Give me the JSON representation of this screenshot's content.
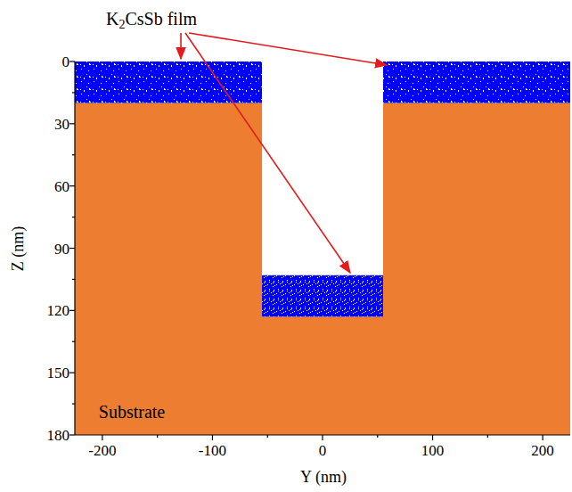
{
  "diagram": {
    "labels": [
      "K2CsSb film",
      "0",
      "30",
      "60",
      "90",
      "120",
      "150",
      "180",
      "-200",
      "-100",
      "0",
      "100",
      "200",
      "Z (nm)",
      "Y (nm)",
      "Substrate"
    ]
  }
}
